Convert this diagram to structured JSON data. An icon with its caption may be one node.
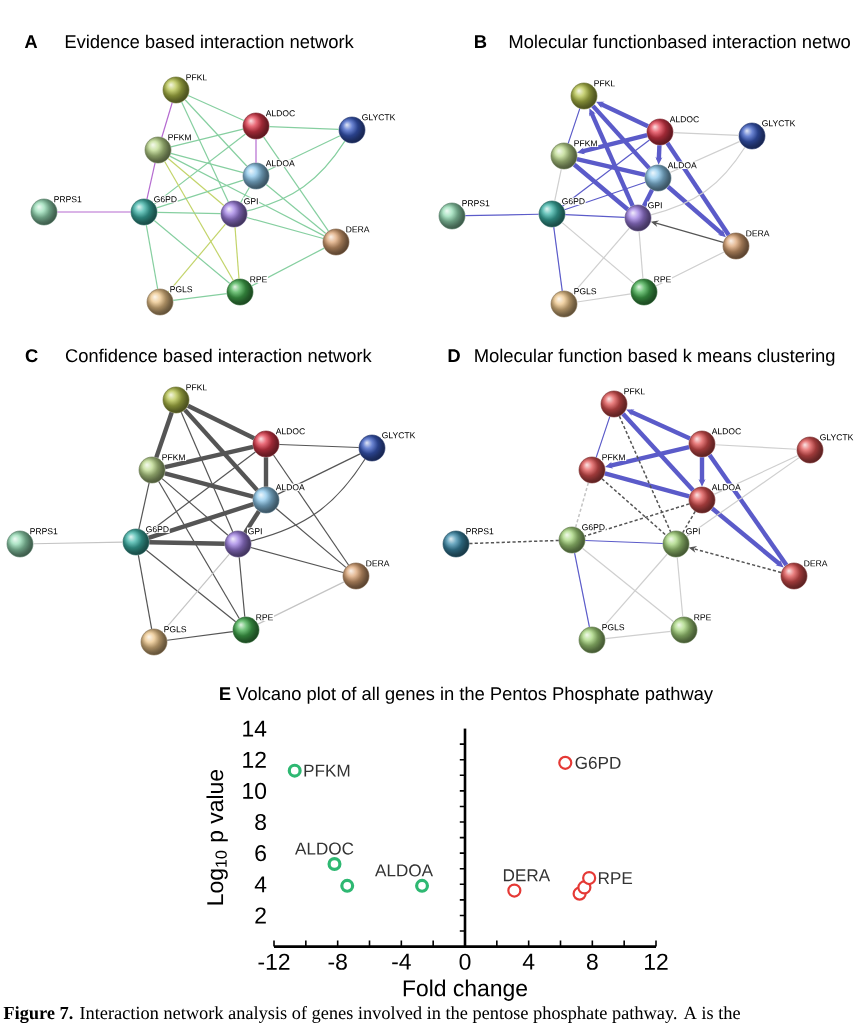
{
  "diagram": {
    "nodes": [
      {
        "text": [
          "PFKL"
        ]
      },
      {
        "text": [
          "ALDOC"
        ]
      },
      {
        "text": [
          "GLYCTK"
        ]
      },
      {
        "text": [
          "PFKM"
        ]
      },
      {
        "text": [
          "ALDOA"
        ]
      },
      {
        "text": [
          "PRPS1"
        ]
      },
      {
        "text": [
          "G6PD"
        ]
      },
      {
        "text": [
          "GPI"
        ]
      },
      {
        "text": [
          "DERA"
        ]
      },
      {
        "text": [
          "RPE"
        ]
      },
      {
        "text": [
          "PGLS"
        ]
      },
      {
        "text": [
          "PFKL"
        ]
      },
      {
        "text": [
          "ALDOC"
        ]
      },
      {
        "text": [
          "GLYCTK"
        ]
      },
      {
        "text": [
          "PFKM"
        ]
      },
      {
        "text": [
          "ALDOA"
        ]
      },
      {
        "text": [
          "PRPS1"
        ]
      },
      {
        "text": [
          "G6PD"
        ]
      },
      {
        "text": [
          "GPI"
        ]
      },
      {
        "text": [
          "DERA"
        ]
      },
      {
        "text": [
          "RPE"
        ]
      },
      {
        "text": [
          "PGLS"
        ]
      },
      {
        "text": [
          "PFKL"
        ]
      },
      {
        "text": [
          "ALDOC"
        ]
      },
      {
        "text": [
          "GLYCTK"
        ]
      },
      {
        "text": [
          "PFKM"
        ]
      },
      {
        "text": [
          "ALDOA"
        ]
      },
      {
        "text": [
          "PRPS1"
        ]
      },
      {
        "text": [
          "G6PD"
        ]
      },
      {
        "text": [
          "GPI"
        ]
      },
      {
        "text": [
          "DERA"
        ]
      },
      {
        "text": [
          "RPE"
        ]
      },
      {
        "text": [
          "PGLS"
        ]
      },
      {
        "text": [
          "PFKL"
        ]
      },
      {
        "text": [
          "ALDOC"
        ]
      },
      {
        "text": [
          "GLYCTK"
        ]
      },
      {
        "text": [
          "PFKM"
        ]
      },
      {
        "text": [
          "ALDOA"
        ]
      },
      {
        "text": [
          "PRPS1"
        ]
      },
      {
        "text": [
          "G6PD"
        ]
      },
      {
        "text": [
          "GPI"
        ]
      },
      {
        "text": [
          "DERA"
        ]
      },
      {
        "text": [
          "RPE"
        ]
      },
      {
        "text": [
          "PGLS"
        ]
      }
    ],
    "edges": [
      {
        "from": 0,
        "to": 1,
        "arrow": "none",
        "color": "#86cfa0"
      },
      {
        "from": 0,
        "to": 3,
        "arrow": "none",
        "color": "#b56bd0"
      },
      {
        "from": 0,
        "to": 4,
        "arrow": "none",
        "color": "#86cfa0"
      },
      {
        "from": 0,
        "to": 7,
        "arrow": "none",
        "color": "#86cfa0"
      },
      {
        "from": 1,
        "to": 2,
        "arrow": "none",
        "color": "#86cfa0"
      },
      {
        "from": 1,
        "to": 3,
        "arrow": "none",
        "color": "#86cfa0"
      },
      {
        "from": 1,
        "to": 4,
        "arrow": "none",
        "color": "#b56bd0"
      },
      {
        "from": 1,
        "to": 6,
        "arrow": "none",
        "color": "#86cfa0"
      },
      {
        "from": 1,
        "to": 8,
        "arrow": "none",
        "color": "#86cfa0"
      },
      {
        "from": 2,
        "to": 4,
        "arrow": "none",
        "color": "#86cfa0"
      },
      {
        "from": 2,
        "to": 7,
        "arrow": "none",
        "color": "#86cfa0"
      },
      {
        "from": 3,
        "to": 4,
        "arrow": "none",
        "color": "#86cfa0"
      },
      {
        "from": 3,
        "to": 6,
        "arrow": "none",
        "color": "#b56bd0"
      },
      {
        "from": 3,
        "to": 7,
        "arrow": "none",
        "color": "#c3d46a"
      },
      {
        "from": 3,
        "to": 8,
        "arrow": "none",
        "color": "#86cfa0"
      },
      {
        "from": 3,
        "to": 9,
        "arrow": "none",
        "color": "#c3d46a"
      },
      {
        "from": 5,
        "to": 6,
        "arrow": "none",
        "color": "#b56bd0"
      },
      {
        "from": 6,
        "to": 4,
        "arrow": "none",
        "color": "#86cfa0"
      },
      {
        "from": 6,
        "to": 7,
        "arrow": "none",
        "color": "#86cfa0"
      },
      {
        "from": 6,
        "to": 9,
        "arrow": "none",
        "color": "#86cfa0"
      },
      {
        "from": 6,
        "to": 10,
        "arrow": "none",
        "color": "#86cfa0"
      },
      {
        "from": 7,
        "to": 4,
        "arrow": "none",
        "color": "#86cfa0"
      },
      {
        "from": 7,
        "to": 8,
        "arrow": "none",
        "color": "#86cfa0"
      },
      {
        "from": 7,
        "to": 9,
        "arrow": "none",
        "color": "#c3d46a"
      },
      {
        "from": 7,
        "to": 10,
        "arrow": "none",
        "color": "#c3d46a"
      },
      {
        "from": 4,
        "to": 8,
        "arrow": "none",
        "color": "#86cfa0"
      },
      {
        "from": 9,
        "to": 10,
        "arrow": "none",
        "color": "#86cfa0"
      },
      {
        "from": 9,
        "to": 8,
        "arrow": "none",
        "color": "#86cfa0"
      },
      {
        "from": 12,
        "to": 11,
        "arrow": "to",
        "style": "thick",
        "color": "#5b5bc9"
      },
      {
        "from": 11,
        "to": 15,
        "arrow": "none",
        "style": "thick",
        "color": "#5b5bc9"
      },
      {
        "from": 18,
        "to": 11,
        "arrow": "to",
        "style": "thick",
        "color": "#5b5bc9"
      },
      {
        "from": 12,
        "to": 14,
        "arrow": "to",
        "style": "thick",
        "color": "#5b5bc9"
      },
      {
        "from": 14,
        "to": 15,
        "arrow": "none",
        "style": "thick",
        "color": "#5b5bc9"
      },
      {
        "from": 14,
        "to": 18,
        "arrow": "none",
        "style": "thick",
        "color": "#5b5bc9"
      },
      {
        "from": 12,
        "to": 15,
        "arrow": "to",
        "style": "thick",
        "color": "#5b5bc9"
      },
      {
        "from": 15,
        "to": 18,
        "arrow": "none",
        "style": "thick",
        "color": "#5b5bc9"
      },
      {
        "from": 12,
        "to": 19,
        "arrow": "none",
        "style": "thick",
        "color": "#5b5bc9"
      },
      {
        "from": 15,
        "to": 19,
        "arrow": "to",
        "style": "thick",
        "color": "#5b5bc9"
      },
      {
        "from": 11,
        "to": 14,
        "arrow": "none",
        "color": "#5b5bc9"
      },
      {
        "from": 17,
        "to": 12,
        "arrow": "none",
        "color": "#5b5bc9"
      },
      {
        "from": 17,
        "to": 15,
        "arrow": "none",
        "color": "#5b5bc9"
      },
      {
        "from": 17,
        "to": 18,
        "arrow": "none",
        "color": "#5b5bc9"
      },
      {
        "from": 16,
        "to": 17,
        "arrow": "none",
        "color": "#5b5bc9"
      },
      {
        "from": 17,
        "to": 21,
        "arrow": "none",
        "color": "#5b5bc9"
      },
      {
        "from": 12,
        "to": 13,
        "arrow": "none",
        "color": "#cfcfcf"
      },
      {
        "from": 13,
        "to": 15,
        "arrow": "none",
        "color": "#cfcfcf"
      },
      {
        "from": 13,
        "to": 18,
        "arrow": "none",
        "color": "#cfcfcf"
      },
      {
        "from": 14,
        "to": 17,
        "arrow": "none",
        "color": "#cfcfcf"
      },
      {
        "from": 17,
        "to": 20,
        "arrow": "none",
        "color": "#cfcfcf"
      },
      {
        "from": 18,
        "to": 20,
        "arrow": "none",
        "color": "#cfcfcf"
      },
      {
        "from": 18,
        "to": 21,
        "arrow": "none",
        "color": "#cfcfcf"
      },
      {
        "from": 20,
        "to": 21,
        "arrow": "none",
        "color": "#cfcfcf"
      },
      {
        "from": 19,
        "to": 20,
        "arrow": "none",
        "color": "#cfcfcf"
      },
      {
        "from": 19,
        "to": 18,
        "arrow": "to"
      },
      {
        "from": 22,
        "to": 23,
        "arrow": "none",
        "style": "thick"
      },
      {
        "from": 22,
        "to": 25,
        "arrow": "none",
        "style": "thick"
      },
      {
        "from": 22,
        "to": 26,
        "arrow": "none",
        "style": "thick"
      },
      {
        "from": 22,
        "to": 29,
        "arrow": "none"
      },
      {
        "from": 23,
        "to": 24,
        "arrow": "none"
      },
      {
        "from": 23,
        "to": 25,
        "arrow": "none",
        "style": "thick"
      },
      {
        "from": 23,
        "to": 26,
        "arrow": "none",
        "style": "thick"
      },
      {
        "from": 23,
        "to": 28,
        "arrow": "none"
      },
      {
        "from": 23,
        "to": 30,
        "arrow": "none"
      },
      {
        "from": 24,
        "to": 26,
        "arrow": "none"
      },
      {
        "from": 24,
        "to": 29,
        "arrow": "none"
      },
      {
        "from": 25,
        "to": 26,
        "arrow": "none",
        "style": "thick"
      },
      {
        "from": 25,
        "to": 28,
        "arrow": "none"
      },
      {
        "from": 25,
        "to": 29,
        "arrow": "none"
      },
      {
        "from": 25,
        "to": 31,
        "arrow": "none"
      },
      {
        "from": 27,
        "to": 28,
        "arrow": "none",
        "color": "#c4c4c4"
      },
      {
        "from": 28,
        "to": 26,
        "arrow": "none",
        "style": "thick"
      },
      {
        "from": 28,
        "to": 29,
        "arrow": "none",
        "style": "thick"
      },
      {
        "from": 28,
        "to": 31,
        "arrow": "none"
      },
      {
        "from": 28,
        "to": 32,
        "arrow": "none"
      },
      {
        "from": 29,
        "to": 26,
        "arrow": "none",
        "style": "thick"
      },
      {
        "from": 29,
        "to": 30,
        "arrow": "none"
      },
      {
        "from": 29,
        "to": 31,
        "arrow": "none"
      },
      {
        "from": 29,
        "to": 32,
        "arrow": "none",
        "color": "#c4c4c4"
      },
      {
        "from": 26,
        "to": 30,
        "arrow": "none"
      },
      {
        "from": 31,
        "to": 32,
        "arrow": "none"
      },
      {
        "from": 31,
        "to": 30,
        "arrow": "none",
        "color": "#c4c4c4"
      },
      {
        "from": 34,
        "to": 33,
        "arrow": "to",
        "style": "thick",
        "color": "#5b5bc9"
      },
      {
        "from": 33,
        "to": 37,
        "arrow": "none",
        "style": "thick",
        "color": "#5b5bc9"
      },
      {
        "from": 34,
        "to": 36,
        "arrow": "to",
        "style": "thick",
        "color": "#5b5bc9"
      },
      {
        "from": 36,
        "to": 37,
        "arrow": "none",
        "style": "thick",
        "color": "#5b5bc9"
      },
      {
        "from": 34,
        "to": 37,
        "arrow": "to",
        "style": "thick",
        "color": "#5b5bc9"
      },
      {
        "from": 34,
        "to": 41,
        "arrow": "none",
        "style": "thick",
        "color": "#5b5bc9"
      },
      {
        "from": 37,
        "to": 41,
        "arrow": "to",
        "style": "thick",
        "color": "#5b5bc9"
      },
      {
        "from": 33,
        "to": 36,
        "arrow": "none",
        "color": "#5b5bc9"
      },
      {
        "from": 39,
        "to": 40,
        "arrow": "none",
        "color": "#5b5bc9"
      },
      {
        "from": 39,
        "to": 43,
        "arrow": "none",
        "color": "#5b5bc9"
      },
      {
        "from": 33,
        "to": 40,
        "arrow": "none",
        "style": "dashed"
      },
      {
        "from": 36,
        "to": 40,
        "arrow": "none",
        "style": "dashed"
      },
      {
        "from": 37,
        "to": 40,
        "arrow": "none",
        "style": "dashed"
      },
      {
        "from": 37,
        "to": 39,
        "arrow": "none",
        "style": "dashed"
      },
      {
        "from": 38,
        "to": 39,
        "arrow": "none",
        "style": "dashed"
      },
      {
        "from": 36,
        "to": 39,
        "arrow": "none",
        "style": "dashed",
        "color": "#c4c4c4"
      },
      {
        "from": 41,
        "to": 40,
        "arrow": "to",
        "style": "dashed"
      },
      {
        "from": 34,
        "to": 35,
        "arrow": "none",
        "color": "#cfcfcf"
      },
      {
        "from": 35,
        "to": 37,
        "arrow": "none",
        "color": "#cfcfcf"
      },
      {
        "from": 35,
        "to": 40,
        "arrow": "none",
        "color": "#cfcfcf"
      },
      {
        "from": 39,
        "to": 42,
        "arrow": "none",
        "color": "#cfcfcf"
      },
      {
        "from": 40,
        "to": 42,
        "arrow": "none",
        "color": "#cfcfcf"
      },
      {
        "from": 40,
        "to": 43,
        "arrow": "none",
        "color": "#cfcfcf"
      },
      {
        "from": 42,
        "to": 43,
        "arrow": "none",
        "color": "#cfcfcf"
      }
    ],
    "labels": [
      "A",
      "Evidence based interaction network",
      "B",
      "Molecular functionbased interaction netwo",
      "C",
      "Confidence based interaction network",
      "D",
      "Molecular function based k means clustering"
    ],
    "chart_data": {
      "type": "scatter",
      "title": "**E** Volcano plot of all genes in the Pentos Phosphate pathway",
      "xlabel": "Fold change",
      "ylabel": "Log$_{10}$ p value",
      "x": [
        -10.7,
        -8.2,
        -7.4,
        -2.7,
        3.1,
        6.3,
        7.2,
        7.5,
        7.8
      ],
      "series": [
        {
          "color": "#2eb872",
          "values": [
            11.3,
            5.3,
            3.9,
            3.9,
            null,
            null,
            null,
            null,
            null
          ]
        },
        {
          "color": "#e53935",
          "values": [
            null,
            null,
            null,
            null,
            3.6,
            11.8,
            3.4,
            3.8,
            4.4
          ]
        }
      ],
      "xlim": [
        -12,
        12
      ],
      "ylim": [
        0,
        14
      ],
      "xticks": [
        -12,
        -8,
        -4,
        0,
        4,
        8,
        12
      ],
      "yticks": [
        2,
        4,
        6,
        8,
        10,
        12,
        14
      ],
      "annotations": [
        {
          "text": "PFKM",
          "x": -10.7,
          "y": 11.3
        },
        {
          "text": "ALDOC",
          "x": -8.2,
          "y": 5.3
        },
        {
          "text": "ALDOA",
          "x": -2.7,
          "y": 3.9
        },
        {
          "text": "G6PD",
          "x": 6.3,
          "y": 11.8
        },
        {
          "text": "DERA",
          "x": 3.1,
          "y": 3.6
        },
        {
          "text": "RPE",
          "x": 7.8,
          "y": 4.4
        }
      ]
    },
    "caption": "**Figure 7.** Interaction network analysis of genes involved in the pentose phosphate pathway. A is the"
  }
}
